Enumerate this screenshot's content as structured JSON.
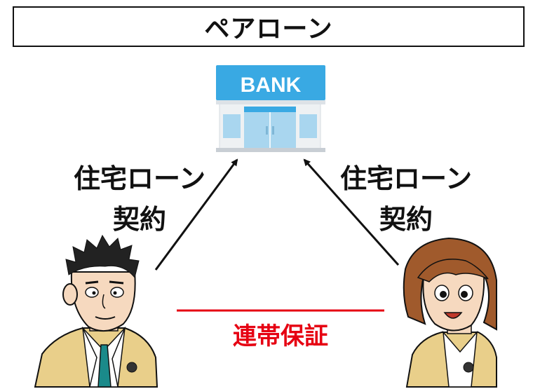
{
  "title": "ペアローン",
  "bank": {
    "sign": "BANK",
    "icon": "bank-building-icon"
  },
  "left_contract": {
    "line1": "住宅ローン",
    "line2": "契約"
  },
  "right_contract": {
    "line1": "住宅ローン",
    "line2": "契約"
  },
  "guarantee": {
    "label": "連帯保証",
    "color": "#e60012"
  },
  "people": {
    "left": "man-in-suit-illustration",
    "right": "woman-in-suit-illustration"
  },
  "colors": {
    "bank_sign": "#39a9e3",
    "bank_window": "#a9d6ef",
    "suit": "#e9cf8a",
    "tie": "#1a8a8a",
    "guarantee_line": "#e60012"
  }
}
